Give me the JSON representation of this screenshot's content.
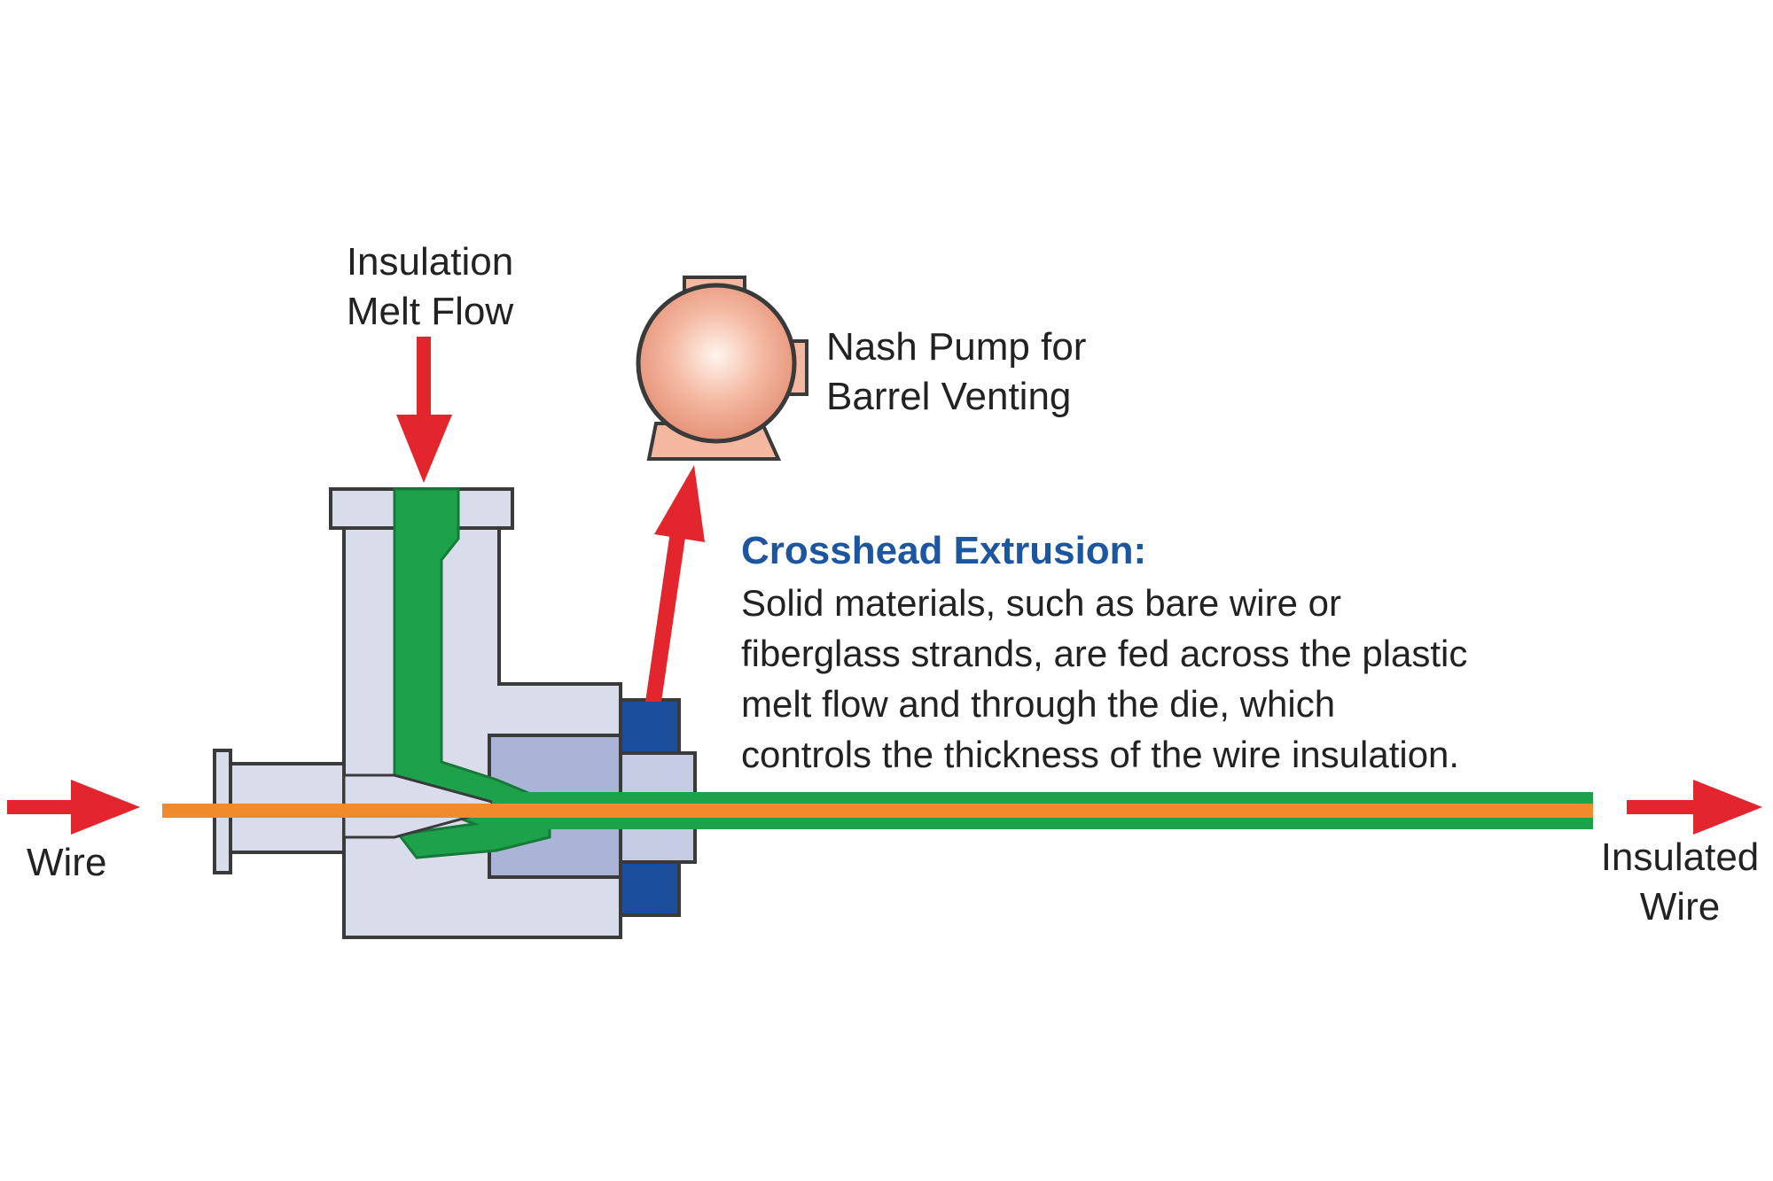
{
  "labels": {
    "insulation_line1": "Insulation",
    "insulation_line2": "Melt Flow",
    "pump_line1": "Nash Pump for",
    "pump_line2": "Barrel Venting",
    "wire": "Wire",
    "insulated_line1": "Insulated",
    "insulated_line2": "Wire"
  },
  "description": {
    "title": "Crosshead Extrusion:",
    "lines": [
      "Solid materials, such as bare wire or",
      "fiberglass strands, are fed across the plastic",
      "melt flow and through the die, which",
      "controls the thickness of the wire insulation."
    ]
  },
  "colors": {
    "arrow": "#e3262d",
    "melt": "#1ea14b",
    "wire": "#f08a2a",
    "body": "#d9dcea",
    "die": "#aab4d6",
    "dark_block": "#1b4f9c",
    "pump": "#f4b7a0",
    "title": "#1d56a0",
    "outline": "#3a3a3a"
  }
}
